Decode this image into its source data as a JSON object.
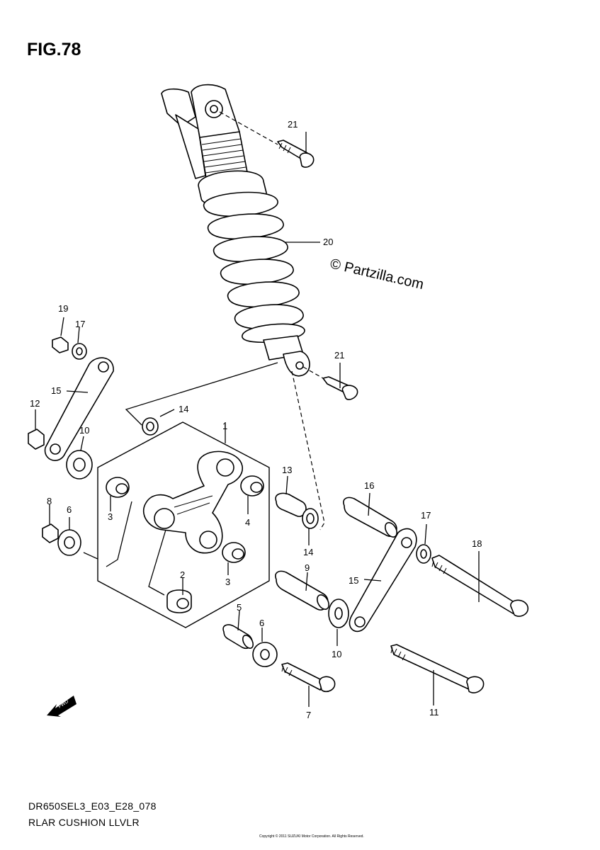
{
  "figure_title": "FIG.78",
  "watermark": "© Partzilla.com",
  "footer": {
    "model_code": "DR650SEL3_E03_E28_078",
    "caption": "RLAR CUSHION LLVLR",
    "fine_print": "Copyright © 2011 SUZUKI Motor Corporation. All Rights Reserved."
  },
  "fwd_label": "FWD",
  "callouts": [
    "1",
    "2",
    "3",
    "3",
    "4",
    "5",
    "6",
    "6",
    "7",
    "8",
    "9",
    "10",
    "10",
    "11",
    "12",
    "13",
    "14",
    "14",
    "15",
    "15",
    "16",
    "17",
    "17",
    "18",
    "19",
    "20",
    "21",
    "21"
  ]
}
